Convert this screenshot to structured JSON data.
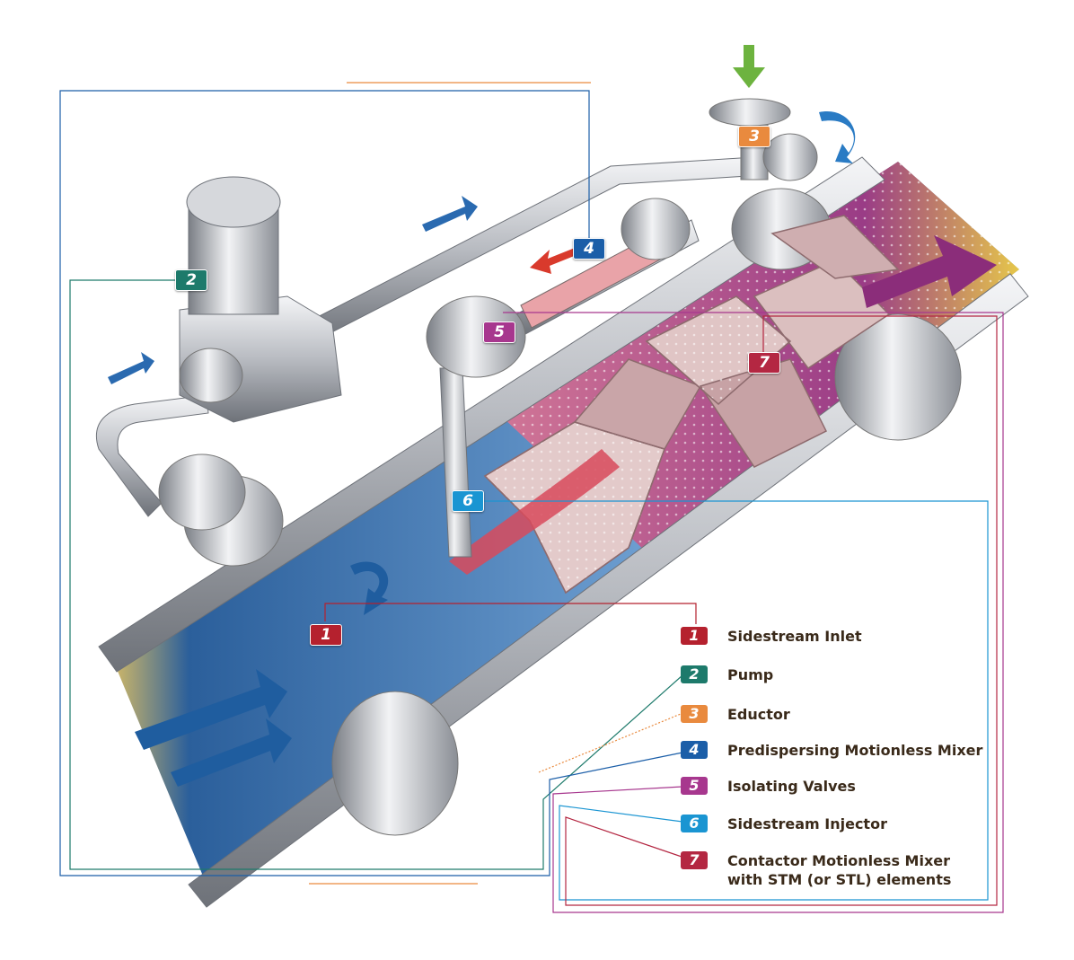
{
  "colors": {
    "c1": "#b5212e",
    "c2": "#1d7a6b",
    "c3": "#e98a3e",
    "c4": "#1b5ea8",
    "c5": "#a7378e",
    "c6": "#1a95d2",
    "c7": "#b42742",
    "pipe_blue": "#2c6aa8",
    "mixer_magenta": "#8b2d7a",
    "steel": "#b9bcc2"
  },
  "diagram_badges": [
    {
      "num": "1",
      "key": "c1"
    },
    {
      "num": "2",
      "key": "c2"
    },
    {
      "num": "3",
      "key": "c3"
    },
    {
      "num": "4",
      "key": "c4"
    },
    {
      "num": "5",
      "key": "c5"
    },
    {
      "num": "6",
      "key": "c6"
    },
    {
      "num": "7",
      "key": "c7"
    }
  ],
  "legend": [
    {
      "num": "1",
      "label": "Sidestream Inlet"
    },
    {
      "num": "2",
      "label": "Pump"
    },
    {
      "num": "3",
      "label": "Eductor"
    },
    {
      "num": "4",
      "label": "Predispersing Motionless Mixer"
    },
    {
      "num": "5",
      "label": "Isolating Valves"
    },
    {
      "num": "6",
      "label": "Sidestream Injector"
    },
    {
      "num": "7",
      "label": "Contactor Motionless Mixer",
      "sublabel": "with STM (or STL) elements"
    }
  ]
}
